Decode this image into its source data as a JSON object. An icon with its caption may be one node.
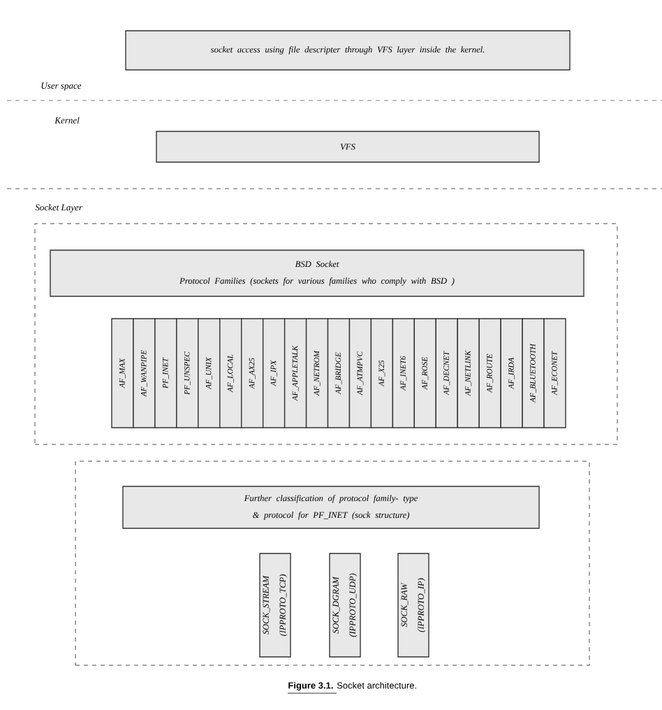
{
  "diagram": {
    "caption": "**Figure 3.1.** Socket architecture.",
    "nodes": [
      {
        "text": [
          "socket access using file descripter through VFS layer inside the kernel."
        ]
      },
      {
        "text": [
          "VFS"
        ]
      },
      {
        "text": [],
        "shape": "box"
      },
      {
        "text": [
          "BSD Socket",
          "Protocol Families (sockets for various families who comply with BSD )"
        ],
        "in": 2
      },
      {
        "text": [
          "AF_MAX"
        ],
        "in": 2
      },
      {
        "text": [
          "AF_WANPIPE"
        ],
        "in": 2
      },
      {
        "text": [
          "PF_INET"
        ],
        "in": 2
      },
      {
        "text": [
          "PF_UNSPEC"
        ],
        "in": 2
      },
      {
        "text": [
          "AF_UNIX"
        ],
        "in": 2
      },
      {
        "text": [
          "AF_LOCAL"
        ],
        "in": 2
      },
      {
        "text": [
          "AF_AX25"
        ],
        "in": 2
      },
      {
        "text": [
          "AF_IPX"
        ],
        "in": 2
      },
      {
        "text": [
          "AF_APPLETALK"
        ],
        "in": 2
      },
      {
        "text": [
          "AF_NETROM"
        ],
        "in": 2
      },
      {
        "text": [
          "AF_BRIDGE"
        ],
        "in": 2
      },
      {
        "text": [
          "AF_ATMPVC"
        ],
        "in": 2
      },
      {
        "text": [
          "AF_X25"
        ],
        "in": 2
      },
      {
        "text": [
          "AF_INET6"
        ],
        "in": 2
      },
      {
        "text": [
          "AF_ROSE"
        ],
        "in": 2
      },
      {
        "text": [
          "AF_DECNET"
        ],
        "in": 2
      },
      {
        "text": [
          "AF_NETLINK"
        ],
        "in": 2
      },
      {
        "text": [
          "AF_ROUTE"
        ],
        "in": 2
      },
      {
        "text": [
          "AF_IRDA"
        ],
        "in": 2
      },
      {
        "text": [
          "AF_BLUETOOTH"
        ],
        "in": 2
      },
      {
        "text": [
          "AF_ECONET"
        ],
        "in": 2
      },
      {
        "text": [],
        "shape": "box"
      },
      {
        "text": [
          "Further classification of protocol family- type & protocol for PF_INET (sock structure)"
        ],
        "in": 25
      },
      {
        "text": [
          "SOCK_STREAM (IPPROTO_TCP)"
        ],
        "in": 25
      },
      {
        "text": [
          "SOCK_DGRAM (IPPROTO_UDP)"
        ],
        "in": 25
      },
      {
        "text": [
          "SOCK_RAW (IPPROTO_IP)"
        ],
        "in": 25
      }
    ],
    "labels": [
      "User space",
      "Kernel",
      "Socket Layer"
    ]
  }
}
